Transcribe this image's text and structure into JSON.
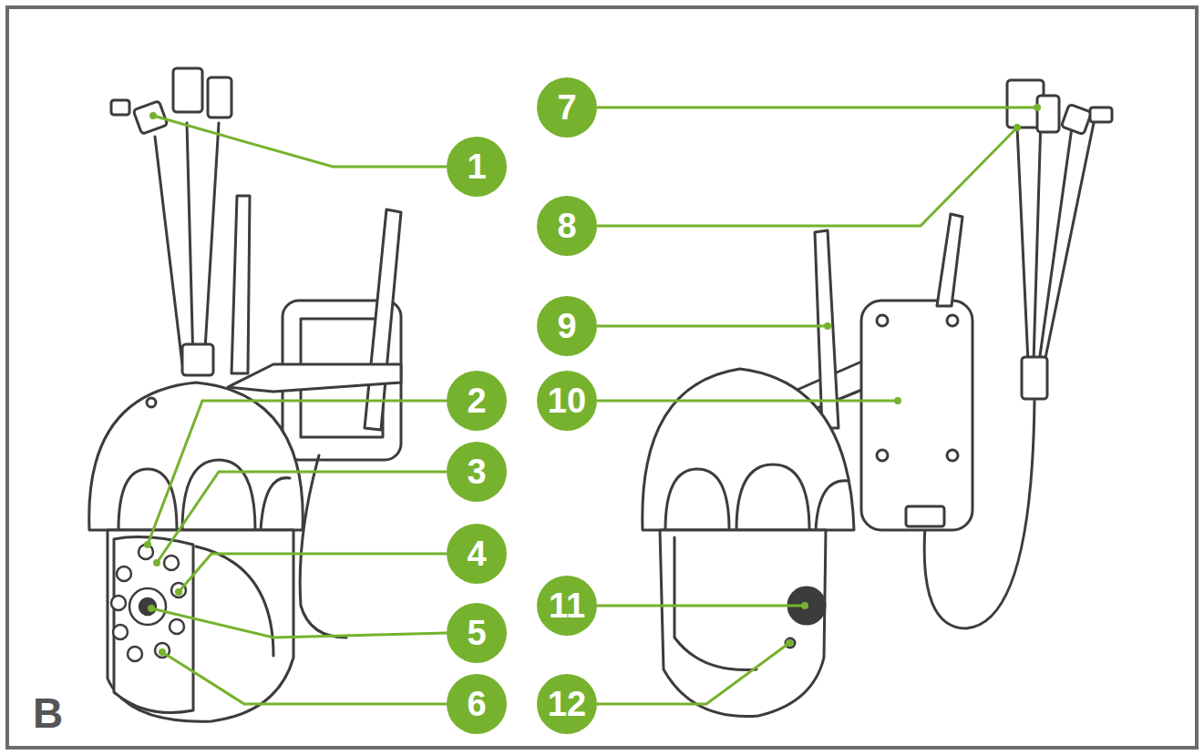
{
  "diagram": {
    "labels": [
      "1",
      "2",
      "3",
      "4",
      "5",
      "6",
      "7",
      "8",
      "9",
      "10",
      "11",
      "12",
      "B"
    ]
  }
}
